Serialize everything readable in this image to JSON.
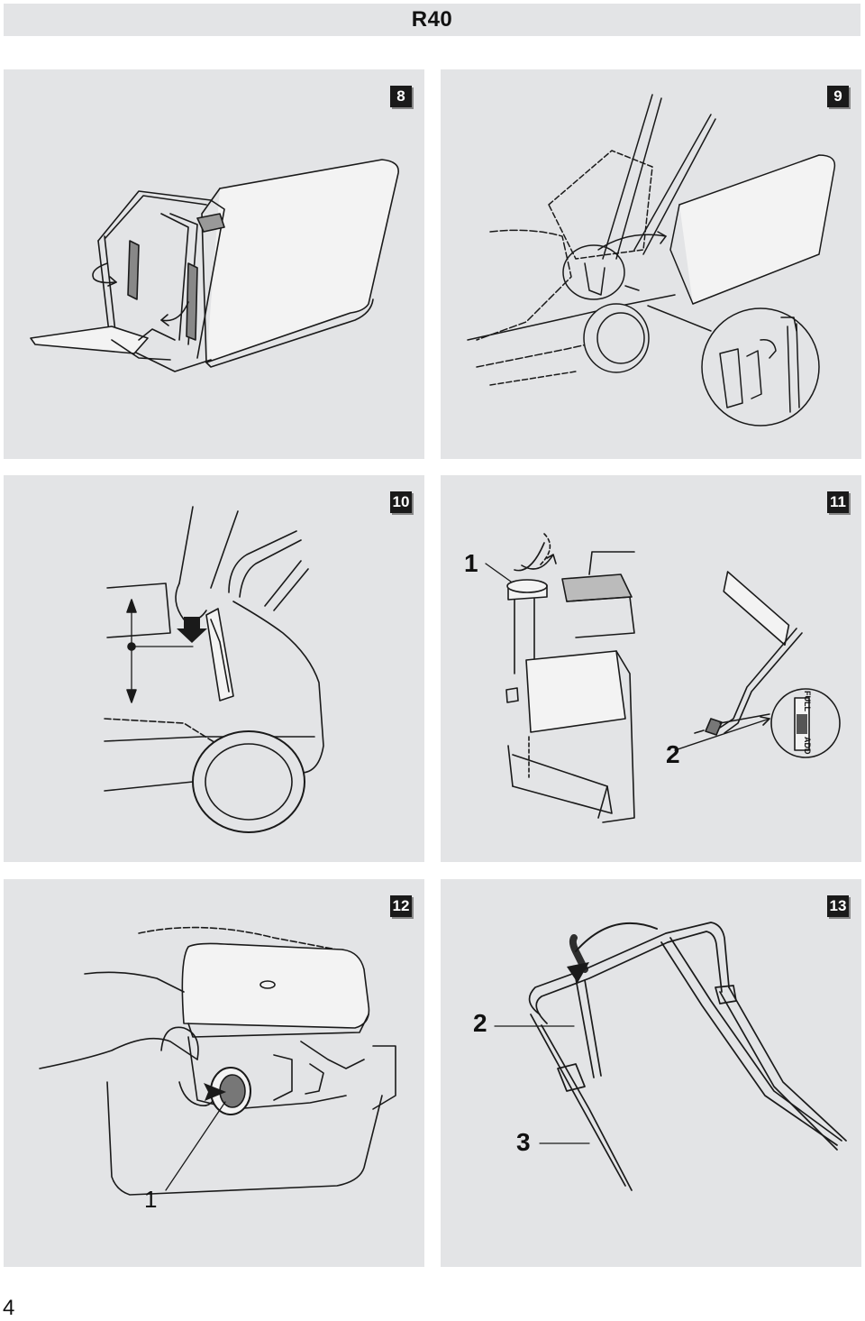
{
  "header": {
    "title": "R40"
  },
  "figures": [
    {
      "number": "8"
    },
    {
      "number": "9"
    },
    {
      "number": "10"
    },
    {
      "number": "11",
      "callouts": [
        "1",
        "2"
      ],
      "dipstick_marks": [
        "ADD",
        "FULL"
      ]
    },
    {
      "number": "12",
      "callouts": [
        "1"
      ]
    },
    {
      "number": "13",
      "callouts": [
        "2",
        "3"
      ]
    }
  ],
  "footer": {
    "page_number": "4"
  },
  "colors": {
    "panel_bg": "#e3e4e6",
    "line": "#1a1a1a",
    "badge_bg": "#1a1a1a"
  }
}
